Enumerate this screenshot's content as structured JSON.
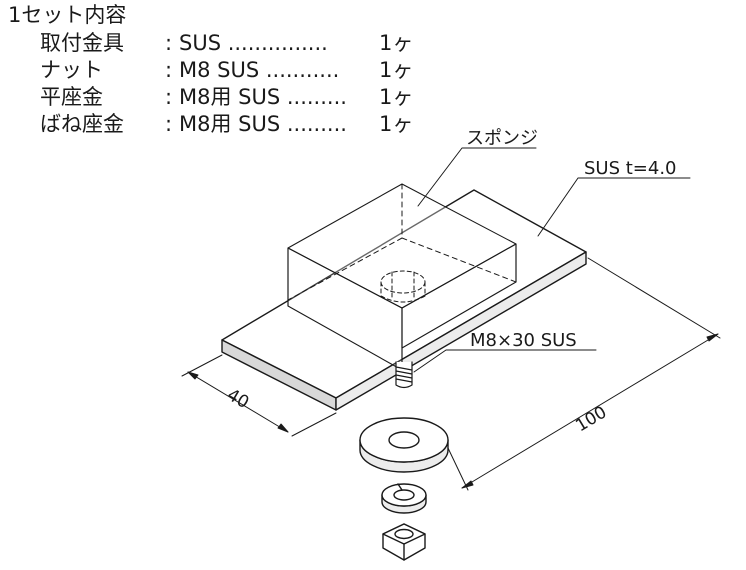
{
  "set_title": "1セット内容",
  "parts": [
    {
      "name": "取付金具",
      "colon": ":",
      "spec": "SUS ...............",
      "qty": "1ヶ"
    },
    {
      "name": "ナット",
      "colon": ":",
      "spec": "M8 SUS ...........",
      "qty": "1ヶ"
    },
    {
      "name": "平座金",
      "colon": ":",
      "spec": "M8用 SUS .........",
      "qty": "1ヶ"
    },
    {
      "name": "ばね座金",
      "colon": ":",
      "spec": "M8用 SUS .........",
      "qty": "1ヶ"
    }
  ],
  "callouts": {
    "sponge": "スポンジ",
    "plate": "SUS t=4.0",
    "bolt": "M8×30 SUS"
  },
  "dimensions": {
    "width": "40",
    "length": "100"
  }
}
